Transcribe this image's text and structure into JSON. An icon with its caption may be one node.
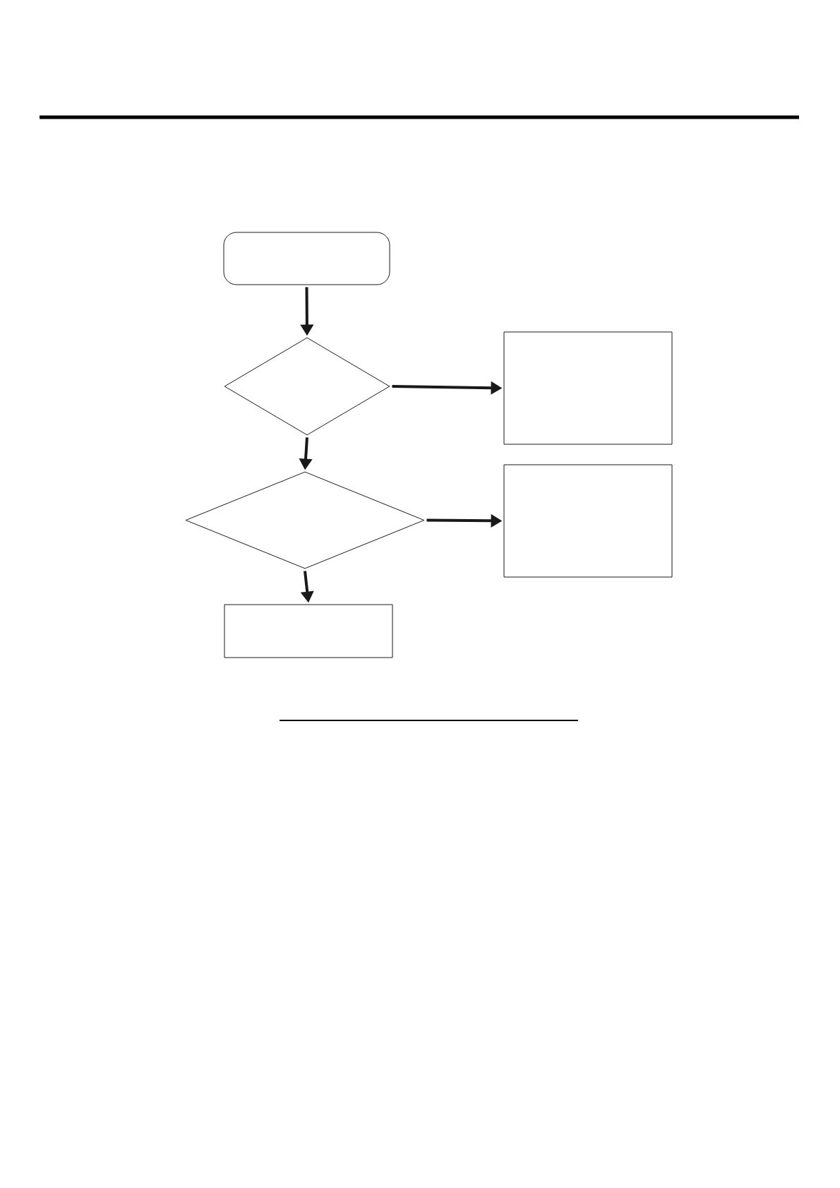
{
  "diagram": {
    "nodes": [
      {
        "text": [],
        "shape": "box"
      },
      {
        "text": [],
        "shape": "diamond"
      },
      {
        "text": [],
        "shape": "box"
      },
      {
        "text": [],
        "shape": "diamond"
      },
      {
        "text": [],
        "shape": "box"
      },
      {
        "text": [],
        "shape": "box"
      }
    ],
    "edges": [
      {
        "from": 0,
        "to": 1,
        "arrow": "to"
      },
      {
        "from": 1,
        "to": 2,
        "arrow": "to"
      },
      {
        "from": 1,
        "to": 3,
        "arrow": "to"
      },
      {
        "from": 3,
        "to": 4,
        "arrow": "to"
      },
      {
        "from": 3,
        "to": 5,
        "arrow": "to"
      }
    ]
  }
}
